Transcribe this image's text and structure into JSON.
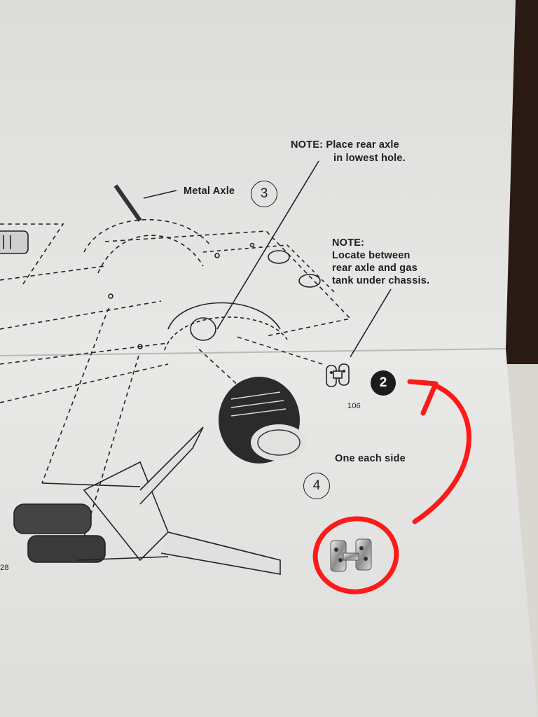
{
  "instructions": {
    "metal_axle_label": "Metal Axle",
    "step_3": "3",
    "note1_line1": "NOTE: Place rear axle",
    "note1_line2": "in lowest hole.",
    "note2_line1": "NOTE:",
    "note2_line2": "Locate between",
    "note2_line3": "rear axle and gas",
    "note2_line4": "tank under chassis.",
    "step_2": "2",
    "part_number": "106",
    "one_each_side": "One each side",
    "step_4": "4",
    "page_fragment": "28"
  },
  "colors": {
    "paper": "#e4e4e2",
    "paper_lower": "#e8e8e6",
    "ink": "#1d1d1d",
    "annotation": "#ff1a1a",
    "background": "#2a1a14"
  },
  "annotation": {
    "type": "red-circle-and-arrow",
    "subject": "chrome part",
    "target": "step-2"
  }
}
